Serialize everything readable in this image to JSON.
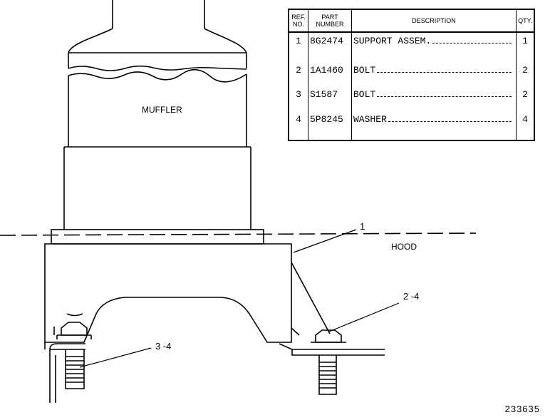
{
  "drawing": {
    "muffler_label": "MUFFLER",
    "hood_label": "HOOD",
    "callouts": {
      "item_1": "1",
      "item_2_4": "2 -4",
      "item_3_4": "3 -4"
    },
    "figure_number": "233635"
  },
  "parts_table": {
    "headers": {
      "ref_no": "REF. NO.",
      "part_number": "PART NUMBER",
      "description": "DESCRIPTION",
      "qty": "QTY."
    },
    "rows": [
      {
        "ref": "1",
        "part": "8G2474",
        "desc": "SUPPORT ASSEM.",
        "qty": "1"
      },
      {
        "ref": "2",
        "part": "1A1460",
        "desc": "BOLT",
        "qty": "2"
      },
      {
        "ref": "3",
        "part": "S1587",
        "desc": "BOLT",
        "qty": "2"
      },
      {
        "ref": "4",
        "part": "5P8245",
        "desc": "WASHER",
        "qty": "4"
      }
    ]
  }
}
